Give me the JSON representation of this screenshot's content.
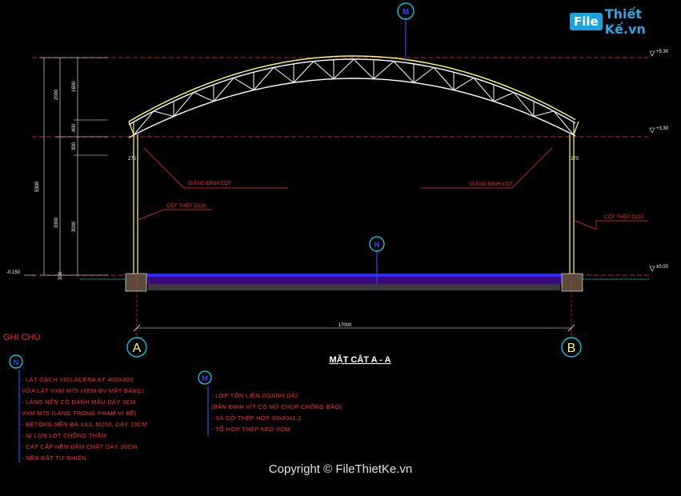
{
  "logo": {
    "brand_box": "File",
    "brand_text": "Thiết Kế.vn"
  },
  "copyright": "Copyright © FileThietKe.vn",
  "drawing": {
    "title": "MẶT CẮT A - A",
    "axis_left": "A",
    "axis_right": "B",
    "span_dim": "17000",
    "top_marker": "M",
    "floor_marker": "N",
    "elevations": {
      "top": "+5.30",
      "eave": "+3.30",
      "floor": "±0.00",
      "ground": "-0.150"
    },
    "dims_left": {
      "total": "5300",
      "upper": "2000",
      "lower": "3300",
      "a1": "1600",
      "a2": "400",
      "a3": "300",
      "b1": "3000",
      "b2": "300"
    },
    "dims_col": {
      "left": "270",
      "right": "270"
    },
    "labels": {
      "beam_left": "GIẰNG ĐỈNH CỘT",
      "beam_right": "GIẰNG ĐỈNH CỘT",
      "col_left": "CỘT THÉP D110",
      "col_right": "CỘT THÉP D110"
    },
    "colors": {
      "background": "#000000",
      "steel": "#ffffff",
      "roof": "#ffff66",
      "axis": "#ff3030",
      "dim": "#ffffff",
      "leader": "#ff3030",
      "marker": "#00e5ff"
    }
  },
  "notes": {
    "title": "GHI CHÚ",
    "left_marker": "N",
    "right_marker": "M",
    "left": [
      "- LÁT GẠCH VIGLACERA KT 400X400",
      "VỮA LÁT VXM M75 (XEM BV MẶT BẰNG)",
      "- LÁNG NỀN CÓ ĐÁNH MẦU DÀY 3CM",
      "VXM M75 (LÁNG TRONG PHẠM VI BỂ)",
      "- BÊTÔNG NỀN ĐÁ 1X2, M200, DÀY 10CM",
      "- NI LON LÓT CHỐNG THẤM",
      "- CÁT CẤP NỀN ĐẦM CHẶT DÀY 20CM",
      "- NỀN ĐẤT TỰ NHIÊN"
    ],
    "right": [
      "- LỢP TÔN LIÊN DOANH D42",
      "(BẮN ĐINH VÍT CÓ MŨ CHỤP CHỐNG BÃO)",
      "- XÀ GỒ THÉP HỘP 30x60x1.2",
      "- TỔ HỢP THÉP KÈO VÒM"
    ]
  }
}
